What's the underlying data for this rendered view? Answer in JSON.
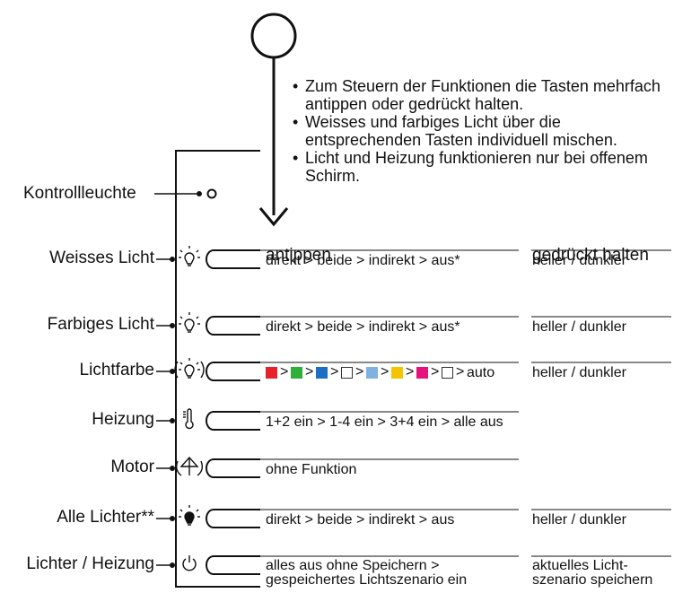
{
  "notes": [
    "Zum Steuern der Funktionen die Tasten mehrfach antippen oder gedrückt halten.",
    "Weisses und farbiges Licht über die entsprechenden Tasten individuell mischen.",
    "Licht und Heizung funktionieren nur bei offenem Schirm."
  ],
  "indicator_label": "Kontrollleuchte",
  "headers": {
    "tap": "antippen",
    "hold": "gedrückt halten"
  },
  "rows": [
    {
      "label": "Weisses Licht",
      "icon": "bulb-icon",
      "tap": "direkt > beide > indirekt > aus*",
      "hold": "heller / dunkler"
    },
    {
      "label": "Farbiges Licht",
      "icon": "bulb-icon",
      "tap": "direkt > beide > indirekt > aus*",
      "hold": "heller / dunkler"
    },
    {
      "label": "Lichtfarbe",
      "icon": "color-bulb-icon",
      "tap_sequence_end": "auto",
      "hold": "heller / dunkler"
    },
    {
      "label": "Heizung",
      "icon": "thermometer-icon",
      "tap": "1+2 ein > 1-4 ein > 3+4 ein > alle aus",
      "hold": ""
    },
    {
      "label": "Motor",
      "icon": "umbrella-motor-icon",
      "tap": "ohne Funktion",
      "hold": ""
    },
    {
      "label": "Alle Lichter**",
      "icon": "bulb-filled-icon",
      "tap": "direkt > beide > indirekt > aus",
      "hold": "heller / dunkler"
    },
    {
      "label": "Lichter / Heizung",
      "icon": "power-icon",
      "tap_line1": "alles aus ohne Speichern >",
      "tap_line2": "gespeichertes Lichtszenario ein",
      "hold_line1": "aktuelles Licht-",
      "hold_line2": "szenario speichern"
    }
  ],
  "color_sequence": [
    "#e8202a",
    "#2fae3a",
    "#1d6fc4",
    "#ffffff",
    "#7fb2e0",
    "#f5c400",
    "#e5127d",
    "#ffffff"
  ],
  "symbols": {
    "gt": ">"
  }
}
